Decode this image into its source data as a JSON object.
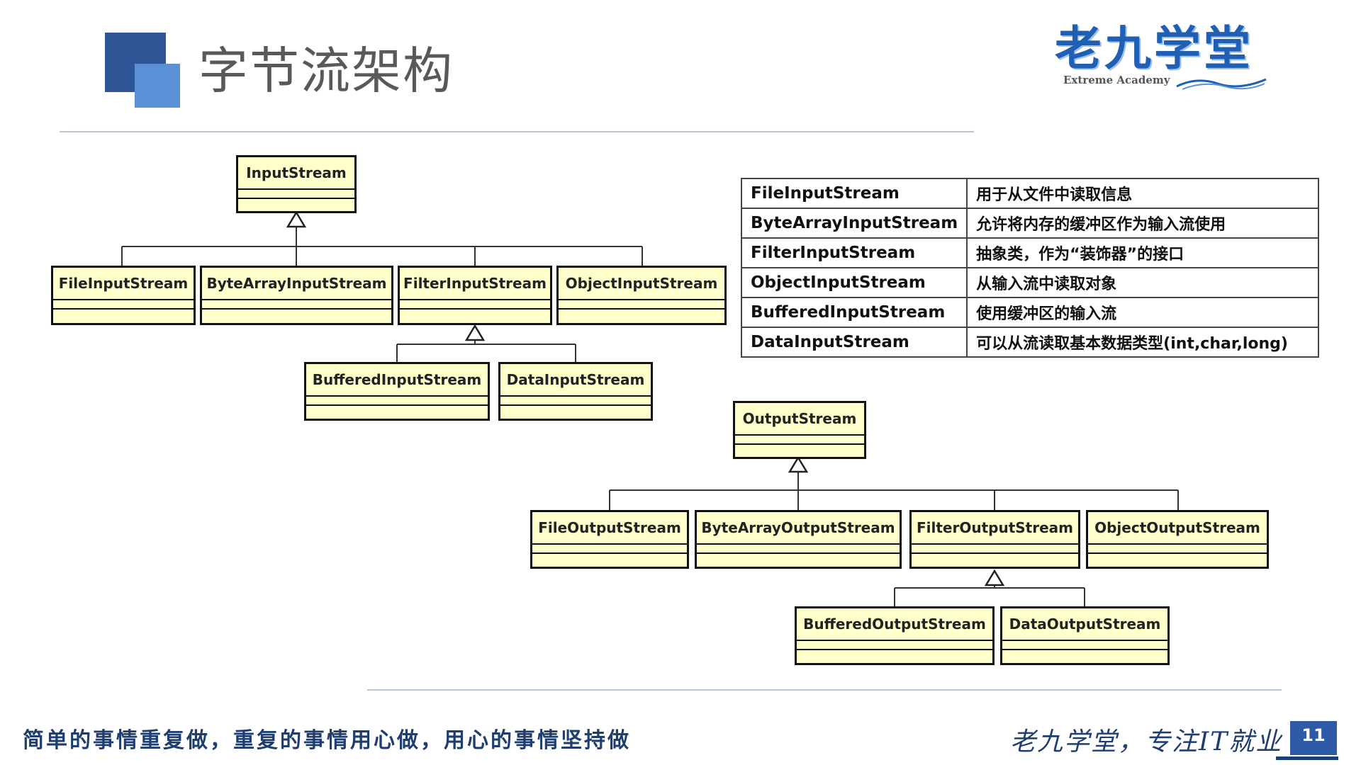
{
  "slide": {
    "title": "字节流架构",
    "page_number": "11",
    "motto": "简单的事情重复做，重复的事情用心做，用心的事情坚持做",
    "slogan": "老九学堂，专注IT就业"
  },
  "brand": {
    "name_cn": "老九学堂",
    "name_en": "Extreme Academy",
    "color": "#1f5fb4"
  },
  "input_tree": {
    "root": "InputStream",
    "children": [
      "FileInputStream",
      "ByteArrayInputStream",
      "FilterInputStream",
      "ObjectInputStream"
    ],
    "filter_children": [
      "BufferedInputStream",
      "DataInputStream"
    ]
  },
  "output_tree": {
    "root": "OutputStream",
    "children": [
      "FileOutputStream",
      "ByteArrayOutputStream",
      "FilterOutputStream",
      "ObjectOutputStream"
    ],
    "filter_children": [
      "BufferedOutputStream",
      "DataOutputStream"
    ]
  },
  "descriptions": [
    {
      "class": "FileInputStream",
      "desc": "用于从文件中读取信息"
    },
    {
      "class": "ByteArrayInputStream",
      "desc": "允许将内存的缓冲区作为输入流使用"
    },
    {
      "class": "FilterInputStream",
      "desc": "抽象类，作为“装饰器”的接口"
    },
    {
      "class": "ObjectInputStream",
      "desc": "从输入流中读取对象"
    },
    {
      "class": "BufferedInputStream",
      "desc": "使用缓冲区的输入流"
    },
    {
      "class": "DataInputStream",
      "desc": "可以从流读取基本数据类型(int,char,long)"
    }
  ],
  "colors": {
    "uml_fill": "#ffffcc",
    "accent_dark": "#2f5597",
    "accent_light": "#5b8fd6",
    "text_navy": "#1f3e70"
  }
}
